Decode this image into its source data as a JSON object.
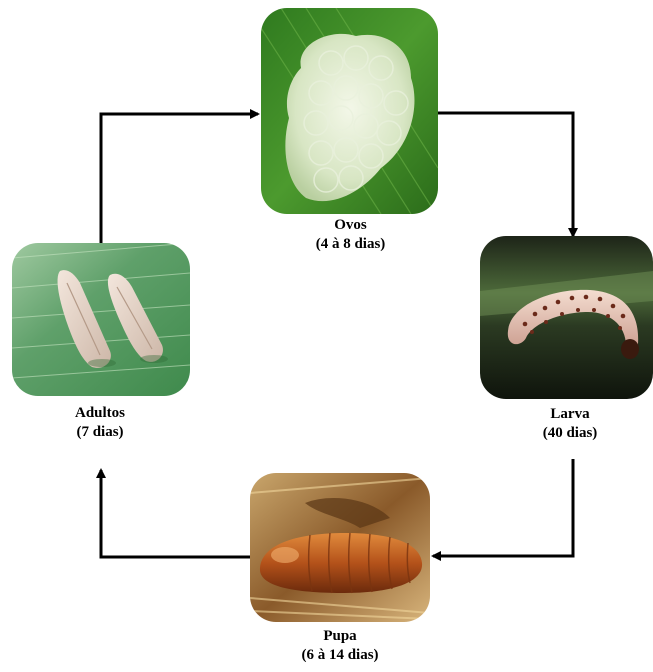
{
  "stages": {
    "ovos": {
      "name": "Ovos",
      "duration": "(4 à 8 dias)",
      "icon": "egg-cluster-photo"
    },
    "larva": {
      "name": "Larva",
      "duration": "(40 dias)",
      "icon": "larva-photo"
    },
    "pupa": {
      "name": "Pupa",
      "duration": "(6 à 14  dias)",
      "icon": "pupa-photo"
    },
    "adultos": {
      "name": "Adultos",
      "duration": "(7 dias)",
      "icon": "adult-moths-photo"
    }
  },
  "colors": {
    "arrow": "#000000",
    "leaf_green": "#3f8a2c",
    "pupa_brown": "#b4521a",
    "background": "#ffffff"
  }
}
